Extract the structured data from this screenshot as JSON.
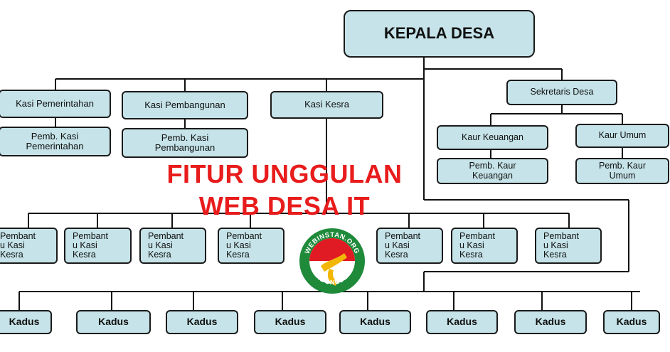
{
  "head": "KEPALA DESA",
  "left_branch": {
    "kasi": [
      "Kasi Pemerintahan",
      "Kasi Pembangunan",
      "Kasi Kesra"
    ],
    "pemb": [
      "Pemb. Kasi\nPemerintahan",
      "Pemb. Kasi\nPembangunan"
    ]
  },
  "right_branch": {
    "sekretaris": "Sekretaris Desa",
    "kaur": [
      "Kaur Keuangan",
      "Kaur Umum"
    ],
    "pemb_kaur": [
      "Pemb. Kaur\nKeuangan",
      "Pemb. Kaur\nUmum"
    ]
  },
  "helpers": [
    "Pembant\nu Kasi\nKesra",
    "Pembant\nu Kasi\nKesra",
    "Pembant\nu Kasi\nKesra",
    "Pembant\nu Kasi\nKesra",
    "Pembant\nu Kasi\nKesra",
    "Pembant\nu Kasi\nKesra",
    "Pembant\nu Kasi\nKesra"
  ],
  "kadus": [
    "Kadus",
    "Kadus",
    "Kadus",
    "Kadus",
    "Kadus",
    "Kadus",
    "Kadus",
    "Kadus"
  ],
  "overlay": {
    "line1": "FITUR UNGGULAN",
    "line2": "WEB DESA IT"
  },
  "logo": {
    "top_text": "WEBINSTAN.ORG",
    "bottom_text": "INDONESIA",
    "colors": {
      "ring": "#1e8a3a",
      "red": "#e01b24",
      "yellow": "#f2b705"
    }
  },
  "colors": {
    "box_fill": "#c5e3e8",
    "overlay_text": "#e81c1c"
  }
}
